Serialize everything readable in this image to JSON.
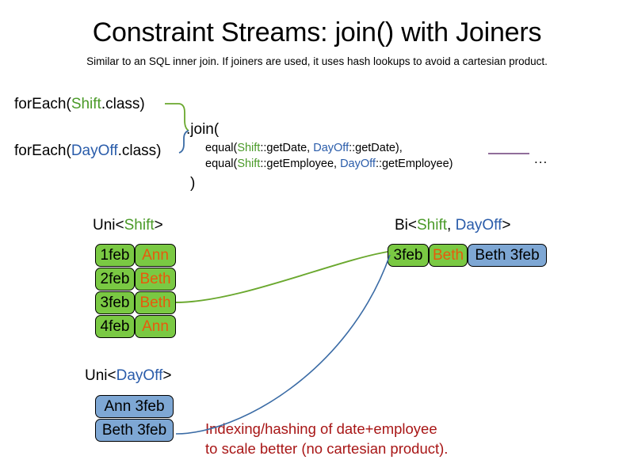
{
  "header": {
    "title": "Constraint Streams: join() with Joiners",
    "subtitle": "Similar to an SQL inner join. If joiners are used, it uses hash lookups to avoid a cartesian product."
  },
  "code": {
    "foreach_shift": {
      "prefix": "forEach(",
      "type": "Shift",
      "suffix": ".class)"
    },
    "foreach_dayoff": {
      "prefix": "forEach(",
      "type": "DayOff",
      "suffix": ".class)"
    },
    "join_open": ".join(",
    "join_close": ")",
    "args": [
      {
        "prefix": "equal(",
        "left_type": "Shift",
        "left_method": "::getDate, ",
        "right_type": "DayOff",
        "right_method": "::getDate),"
      },
      {
        "prefix": "equal(",
        "left_type": "Shift",
        "left_method": "::getEmployee, ",
        "right_type": "DayOff",
        "right_method": "::getEmployee)"
      }
    ],
    "ellipsis": "..."
  },
  "streams": {
    "uni_shift": {
      "label_prefix": "Uni<",
      "label_type": "Shift",
      "label_suffix": ">",
      "rows": [
        {
          "date": "1feb",
          "employee": "Ann"
        },
        {
          "date": "2feb",
          "employee": "Beth"
        },
        {
          "date": "3feb",
          "employee": "Beth"
        },
        {
          "date": "4feb",
          "employee": "Ann"
        }
      ]
    },
    "uni_dayoff": {
      "label_prefix": "Uni<",
      "label_type": "DayOff",
      "label_suffix": ">",
      "rows": [
        {
          "value": "Ann 3feb"
        },
        {
          "value": "Beth 3feb"
        }
      ]
    },
    "bi": {
      "label_prefix": "Bi<",
      "label_type_a": "Shift",
      "label_sep": ", ",
      "label_type_b": "DayOff",
      "label_suffix": ">",
      "row": {
        "shift_date": "3feb",
        "shift_employee": "Beth",
        "dayoff_value": "Beth 3feb"
      }
    }
  },
  "annotation": {
    "line1": "Indexing/hashing of date+employee",
    "line2": "to scale better (no cartesian product)."
  },
  "colors": {
    "shift_green": "#4a9a28",
    "dayoff_blue": "#2a5caa",
    "box_green": "#7ac943",
    "box_blue": "#7ea7d4",
    "employee_orange": "#e8590c",
    "annotation_red": "#a81616",
    "connector_green": "#6aa82e",
    "connector_blue": "#3a6ba5",
    "purple_line": "#6b3f79"
  }
}
